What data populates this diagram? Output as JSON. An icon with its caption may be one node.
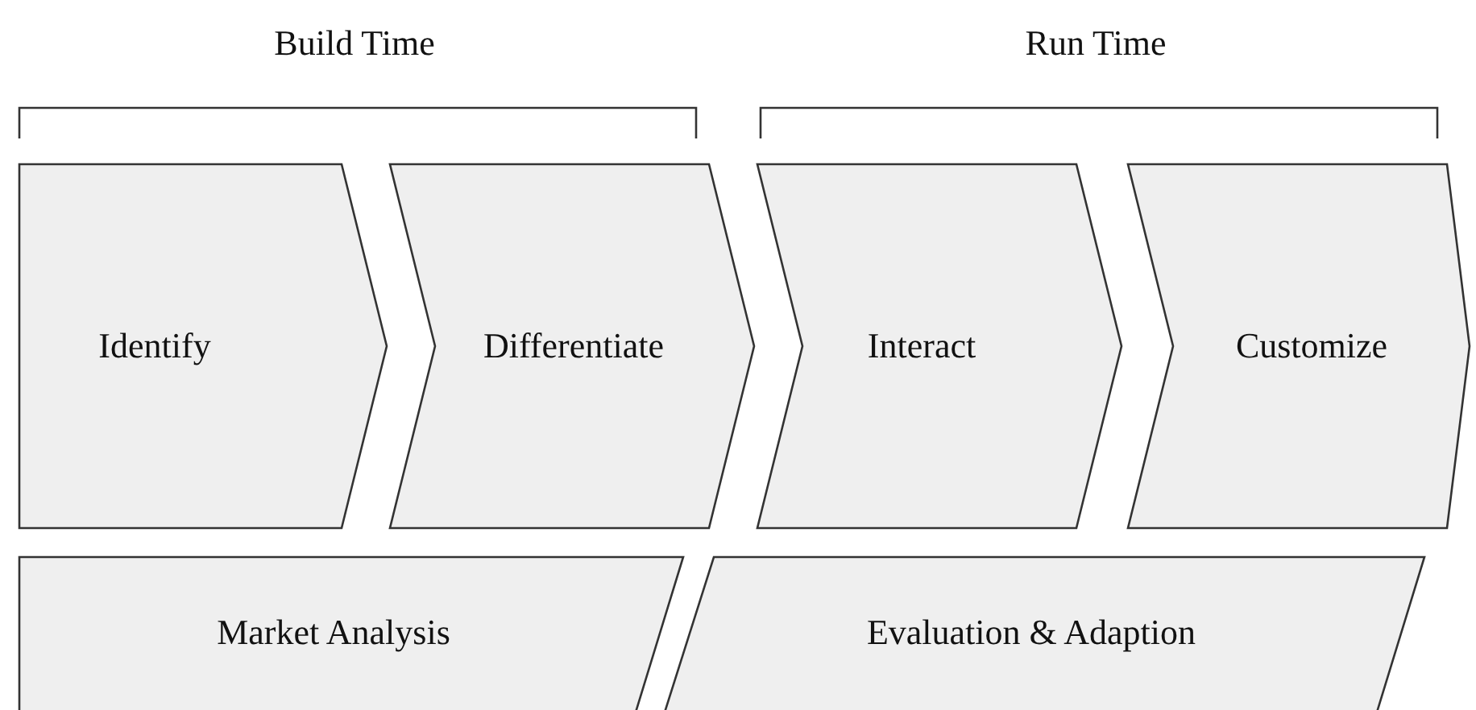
{
  "diagram": {
    "nodes": [
      {
        "text": [
          "Identify"
        ]
      },
      {
        "text": [
          "Differentiate"
        ]
      },
      {
        "text": [
          "Interact"
        ]
      },
      {
        "text": [
          "Customize"
        ]
      },
      {
        "text": [
          "Market Analysis"
        ]
      },
      {
        "text": [
          "Evaluation & Adaption"
        ]
      }
    ],
    "labels": [
      "Build Time",
      "Run Time"
    ]
  }
}
